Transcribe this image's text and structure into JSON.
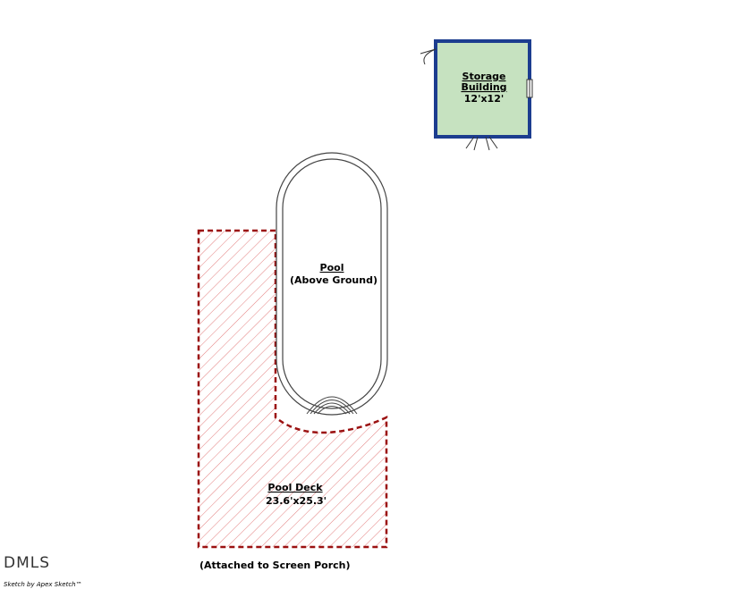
{
  "storage": {
    "name_line1": "Storage",
    "name_line2": "Building",
    "dimensions": "12'x12'",
    "fill_color": "#c6e2c0",
    "border_color": "#1c3d8f"
  },
  "pool": {
    "name": "Pool",
    "subtitle": "(Above Ground)"
  },
  "deck": {
    "name": "Pool Deck",
    "dimensions": "23.6'x25.3'",
    "note": "(Attached to Screen Porch)",
    "hatch_color": "#e05050",
    "border_color": "#9b1111"
  },
  "watermark": "DMLS",
  "credit": "Sketch by Apex Sketch™"
}
